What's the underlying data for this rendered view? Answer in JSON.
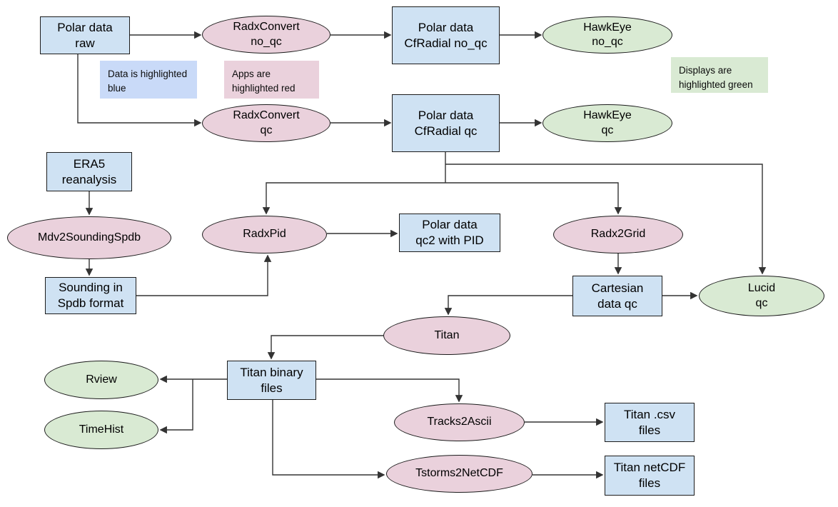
{
  "colors": {
    "data_fill": "#cfe2f3",
    "app_fill": "#ead1dc",
    "display_fill": "#d9ead3",
    "legend_data_fill": "#c9daf8",
    "legend_app_fill": "#ead1dc",
    "legend_display_fill": "#d9ead3",
    "border": "#1c1c1c",
    "connector": "#333333"
  },
  "legend": {
    "data": "Data is highlighted\nblue",
    "apps": "Apps are\nhighlighted red",
    "displays": "Displays are\nhighlighted green"
  },
  "nodes": {
    "polar_data_raw": {
      "label": "Polar data\nraw",
      "type": "data"
    },
    "radxconvert_no_qc": {
      "label": "RadxConvert\nno_qc",
      "type": "app"
    },
    "polar_cfradial_no_qc": {
      "label": "Polar data\nCfRadial no_qc",
      "type": "data"
    },
    "hawkeye_no_qc": {
      "label": "HawkEye\nno_qc",
      "type": "display"
    },
    "radxconvert_qc": {
      "label": "RadxConvert\nqc",
      "type": "app"
    },
    "polar_cfradial_qc": {
      "label": "Polar data\nCfRadial qc",
      "type": "data"
    },
    "hawkeye_qc": {
      "label": "HawkEye\nqc",
      "type": "display"
    },
    "era5": {
      "label": "ERA5\nreanalysis",
      "type": "data"
    },
    "mdv2soundingspdb": {
      "label": "Mdv2SoundingSpdb",
      "type": "app"
    },
    "sounding_spdb": {
      "label": "Sounding in\nSpdb format",
      "type": "data"
    },
    "radxpid": {
      "label": "RadxPid",
      "type": "app"
    },
    "polar_qc2_pid": {
      "label": "Polar data\nqc2 with PID",
      "type": "data"
    },
    "radx2grid": {
      "label": "Radx2Grid",
      "type": "app"
    },
    "cartesian_qc": {
      "label": "Cartesian\ndata qc",
      "type": "data"
    },
    "lucid_qc": {
      "label": "Lucid\nqc",
      "type": "display"
    },
    "titan": {
      "label": "Titan",
      "type": "app"
    },
    "titan_binary": {
      "label": "Titan binary\nfiles",
      "type": "data"
    },
    "rview": {
      "label": "Rview",
      "type": "display"
    },
    "timehist": {
      "label": "TimeHist",
      "type": "display"
    },
    "tracks2ascii": {
      "label": "Tracks2Ascii",
      "type": "app"
    },
    "titan_csv": {
      "label": "Titan .csv\nfiles",
      "type": "data"
    },
    "tstorms2netcdf": {
      "label": "Tstorms2NetCDF",
      "type": "app"
    },
    "titan_netcdf": {
      "label": "Titan netCDF\nfiles",
      "type": "data"
    }
  },
  "edges": [
    [
      "polar_data_raw",
      "radxconvert_no_qc"
    ],
    [
      "radxconvert_no_qc",
      "polar_cfradial_no_qc"
    ],
    [
      "polar_cfradial_no_qc",
      "hawkeye_no_qc"
    ],
    [
      "polar_data_raw",
      "radxconvert_qc"
    ],
    [
      "radxconvert_qc",
      "polar_cfradial_qc"
    ],
    [
      "polar_cfradial_qc",
      "hawkeye_qc"
    ],
    [
      "polar_cfradial_qc",
      "lucid_qc"
    ],
    [
      "polar_cfradial_qc",
      "radxpid"
    ],
    [
      "polar_cfradial_qc",
      "radx2grid"
    ],
    [
      "era5",
      "mdv2soundingspdb"
    ],
    [
      "mdv2soundingspdb",
      "sounding_spdb"
    ],
    [
      "sounding_spdb",
      "radxpid"
    ],
    [
      "radxpid",
      "polar_qc2_pid"
    ],
    [
      "radx2grid",
      "cartesian_qc"
    ],
    [
      "cartesian_qc",
      "lucid_qc"
    ],
    [
      "cartesian_qc",
      "titan"
    ],
    [
      "titan",
      "titan_binary"
    ],
    [
      "titan_binary",
      "rview"
    ],
    [
      "titan_binary",
      "timehist"
    ],
    [
      "titan_binary",
      "tracks2ascii"
    ],
    [
      "tracks2ascii",
      "titan_csv"
    ],
    [
      "titan_binary",
      "tstorms2netcdf"
    ],
    [
      "tstorms2netcdf",
      "titan_netcdf"
    ]
  ]
}
